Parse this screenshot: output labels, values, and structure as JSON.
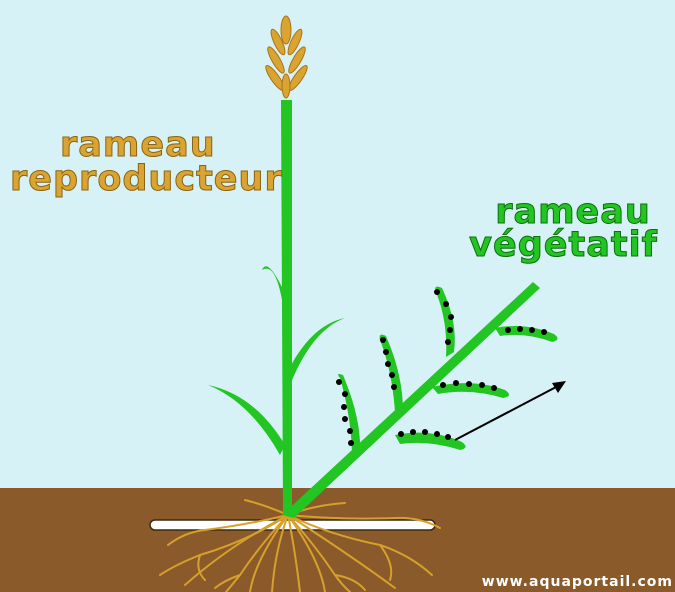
{
  "labels": {
    "reproductive_line1": "rameau",
    "reproductive_line2": "reproducteur",
    "vegetative_line1": "rameau",
    "vegetative_line2": "végétatif"
  },
  "watermark": "www.aquaportail.com",
  "colors": {
    "sky": "#d7f2f7",
    "soil": "#8a5a2b",
    "stem_green": "#22c522",
    "ear_gold": "#d9a432",
    "roots": "#d6a02c",
    "dots": "#000000"
  }
}
